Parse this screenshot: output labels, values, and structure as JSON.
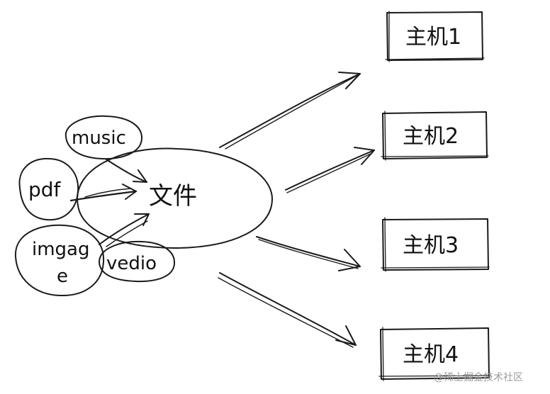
{
  "center": {
    "label": "文件"
  },
  "sources": [
    {
      "id": "music",
      "label": "music"
    },
    {
      "id": "pdf",
      "label": "pdf"
    },
    {
      "id": "image",
      "label_line1": "imgag",
      "label_line2": "e"
    },
    {
      "id": "video",
      "label": "vedio"
    }
  ],
  "hosts": [
    {
      "label": "主机1"
    },
    {
      "label": "主机2"
    },
    {
      "label": "主机3"
    },
    {
      "label": "主机4"
    }
  ],
  "watermark": "@稀土掘金技术社区"
}
